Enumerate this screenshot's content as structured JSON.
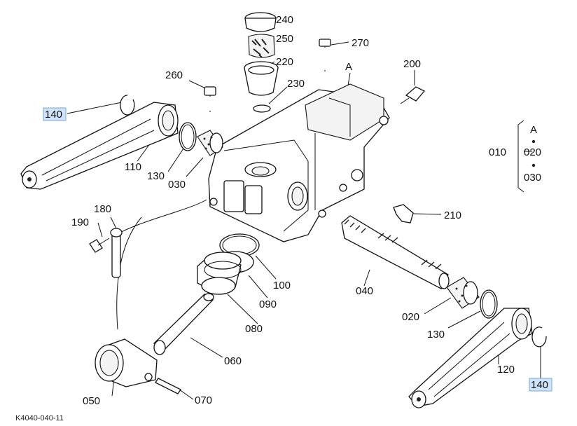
{
  "labels": {
    "p240": "240",
    "p250": "250",
    "p270": "270",
    "p220": "220",
    "p230": "230",
    "p260": "260",
    "p200": "200",
    "pA_top": "A",
    "p140_left": "140",
    "p110": "110",
    "p130_left": "130",
    "p030": "030",
    "p010": "010",
    "group_A": "A",
    "group_020": "020",
    "group_030": "030",
    "p180": "180",
    "p190": "190",
    "p210": "210",
    "p100": "100",
    "p090": "090",
    "p040": "040",
    "p080": "080",
    "p020": "020",
    "p130_right": "130",
    "p060": "060",
    "p120": "120",
    "p050": "050",
    "p070": "070",
    "p140_right": "140"
  },
  "highlighted": [
    "p140_left",
    "p140_right"
  ],
  "reference_code": "K4040-040-11",
  "colors": {
    "highlight_fill": "#cfe3fb",
    "highlight_border": "#7aa7d9",
    "line": "#111111"
  }
}
